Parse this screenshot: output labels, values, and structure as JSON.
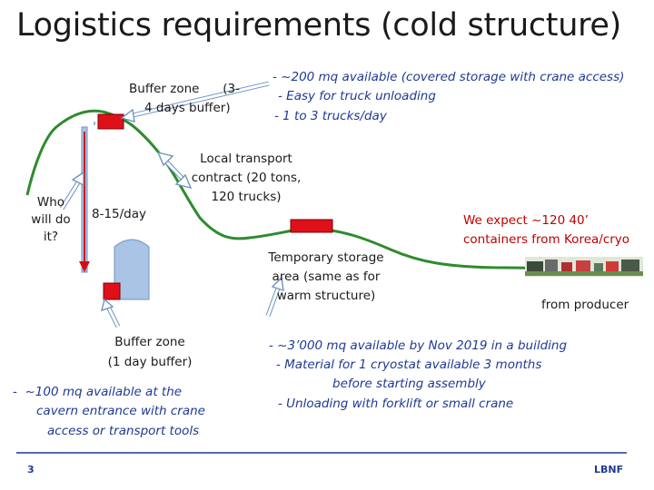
{
  "title": "Logistics requirements (cold structure)",
  "labels": {
    "buffer_top_1": "Buffer zone      (3-",
    "buffer_top_2": "4 days buffer)",
    "storage_top_1": "- ~200 mq available (covered storage with crane access)",
    "storage_top_2": "- Easy for truck unloading",
    "storage_top_3": "- 1 to 3 trucks/day",
    "who_1": "Who",
    "who_2": "will do",
    "who_3": "it?",
    "rate": "8-15/day",
    "local_1": "Local transport",
    "local_2": "contract (20 tons,",
    "local_3": "120 trucks)",
    "expect_1": "We expect ~120   40’",
    "expect_2": "containers from Korea/cryo",
    "temp_1": "Temporary storage",
    "temp_2": "area (same as for",
    "temp_3": "warm structure)",
    "producer": "from producer",
    "buffer_bottom_1": "Buffer zone",
    "buffer_bottom_2": "(1 day  buffer)",
    "cavern_1": "-  ~100 mq available at the",
    "cavern_2": "cavern entrance with crane",
    "cavern_3": "access or transport tools",
    "building_1": "- ~3’000 mq available by Nov 2019 in a building",
    "building_2": "- Material for 1 cryostat available 3 months",
    "building_3": "before starting assembly",
    "building_4": "- Unloading with forklift or small crane"
  },
  "footer": {
    "page": "3",
    "brand": "LBNF"
  },
  "colors": {
    "route": "#2e8b2e",
    "box": "#e0101a",
    "callout": "#6f94c0",
    "shaft": "#a9c4e4",
    "text_blue": "#1f3a93",
    "text_red": "#c00000",
    "footer_line": "#1f3a93"
  }
}
